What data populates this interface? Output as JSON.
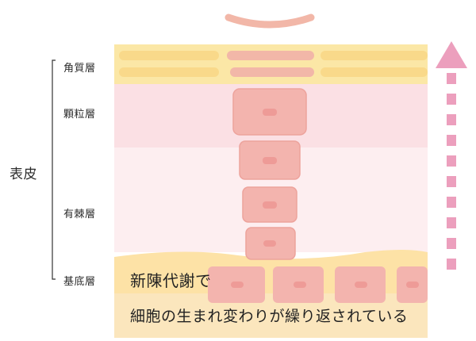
{
  "labels": {
    "epidermis": "表皮",
    "stratum_corneum": "角質層",
    "stratum_granulosum": "顆粒層",
    "stratum_spinosum": "有棘層",
    "stratum_basale": "基底層"
  },
  "caption": {
    "line1": "新陳代謝で",
    "line2": "細胞の生まれ変わりが繰り返されている"
  },
  "colors": {
    "corneum_bg": "#fbe7a6",
    "corneum_cell": "#f9d98a",
    "corneum_flake": "#f2b7a8",
    "granular_bg": "#fbe0e4",
    "spinous_bg": "#fdeef0",
    "basal_bg": "#fde2a6",
    "dermis_bg": "#fbe6bd",
    "cell_fill": "#f3b4ae",
    "cell_stroke": "#eda39c",
    "nucleus": "#ee9b97",
    "arrow": "#ec9fbd",
    "bracket": "#333333"
  },
  "icons": {
    "shed_flake": "curved-flake-icon",
    "turnover_arrow": "dashed-up-arrow-icon"
  }
}
